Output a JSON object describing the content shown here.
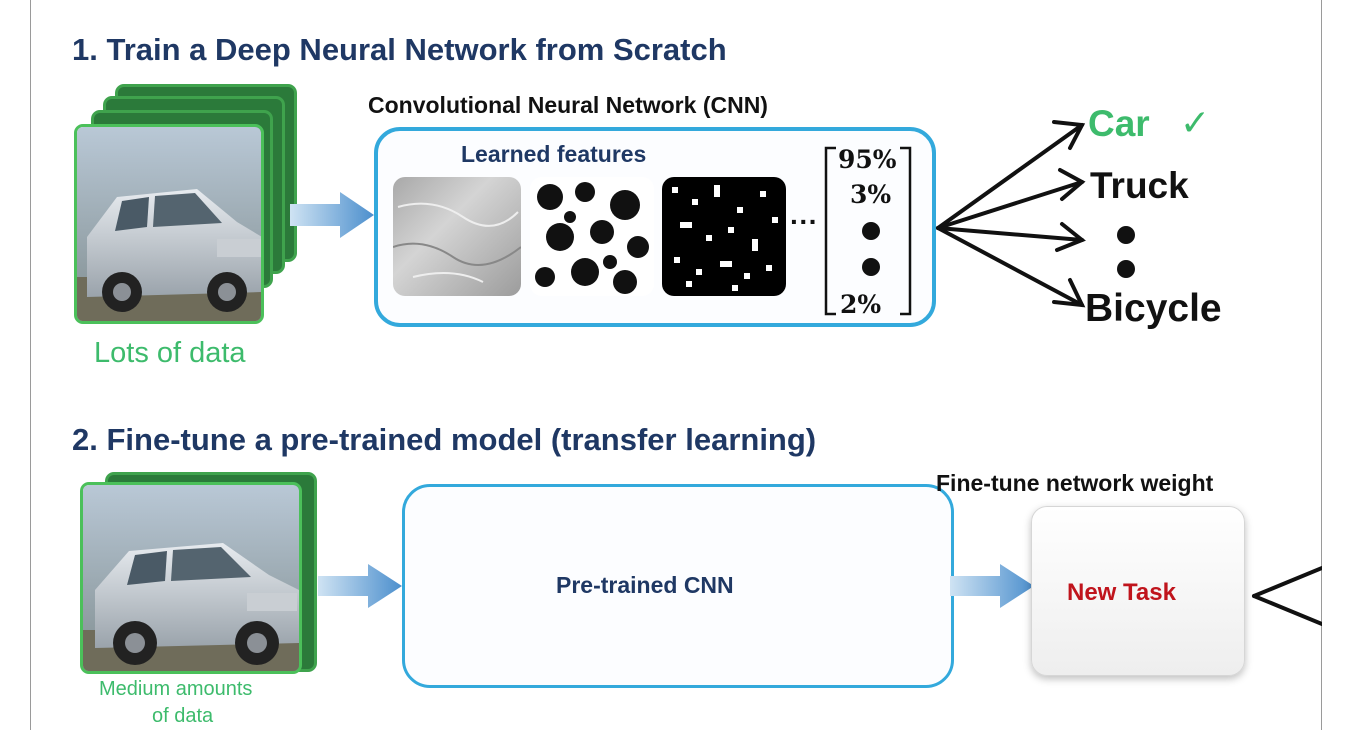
{
  "section1": {
    "title": "1. Train a Deep Neural Network from Scratch",
    "data_label": "Lots of data",
    "cnn_title": "Convolutional Neural Network (CNN)",
    "features_label": "Learned features",
    "ellipsis": "···",
    "output_vector": [
      "95%",
      "3%",
      "2%"
    ],
    "classes": {
      "car": "Car",
      "check": "✓",
      "truck": "Truck",
      "bicycle": "Bicycle"
    }
  },
  "section2": {
    "title": "2. Fine-tune a pre-trained model (transfer learning)",
    "data_label_line1": "Medium  amounts",
    "data_label_line2": "of data",
    "cnn_label": "Pre-trained CNN",
    "finetune_label": "Fine-tune network weight",
    "new_task_label": "New Task"
  },
  "colors": {
    "title": "#1f3864",
    "green_label": "#3dbb6c",
    "cnn_border": "#33a9dc",
    "arrow_blue": "#5b9bd5",
    "new_task": "#c0141c"
  }
}
